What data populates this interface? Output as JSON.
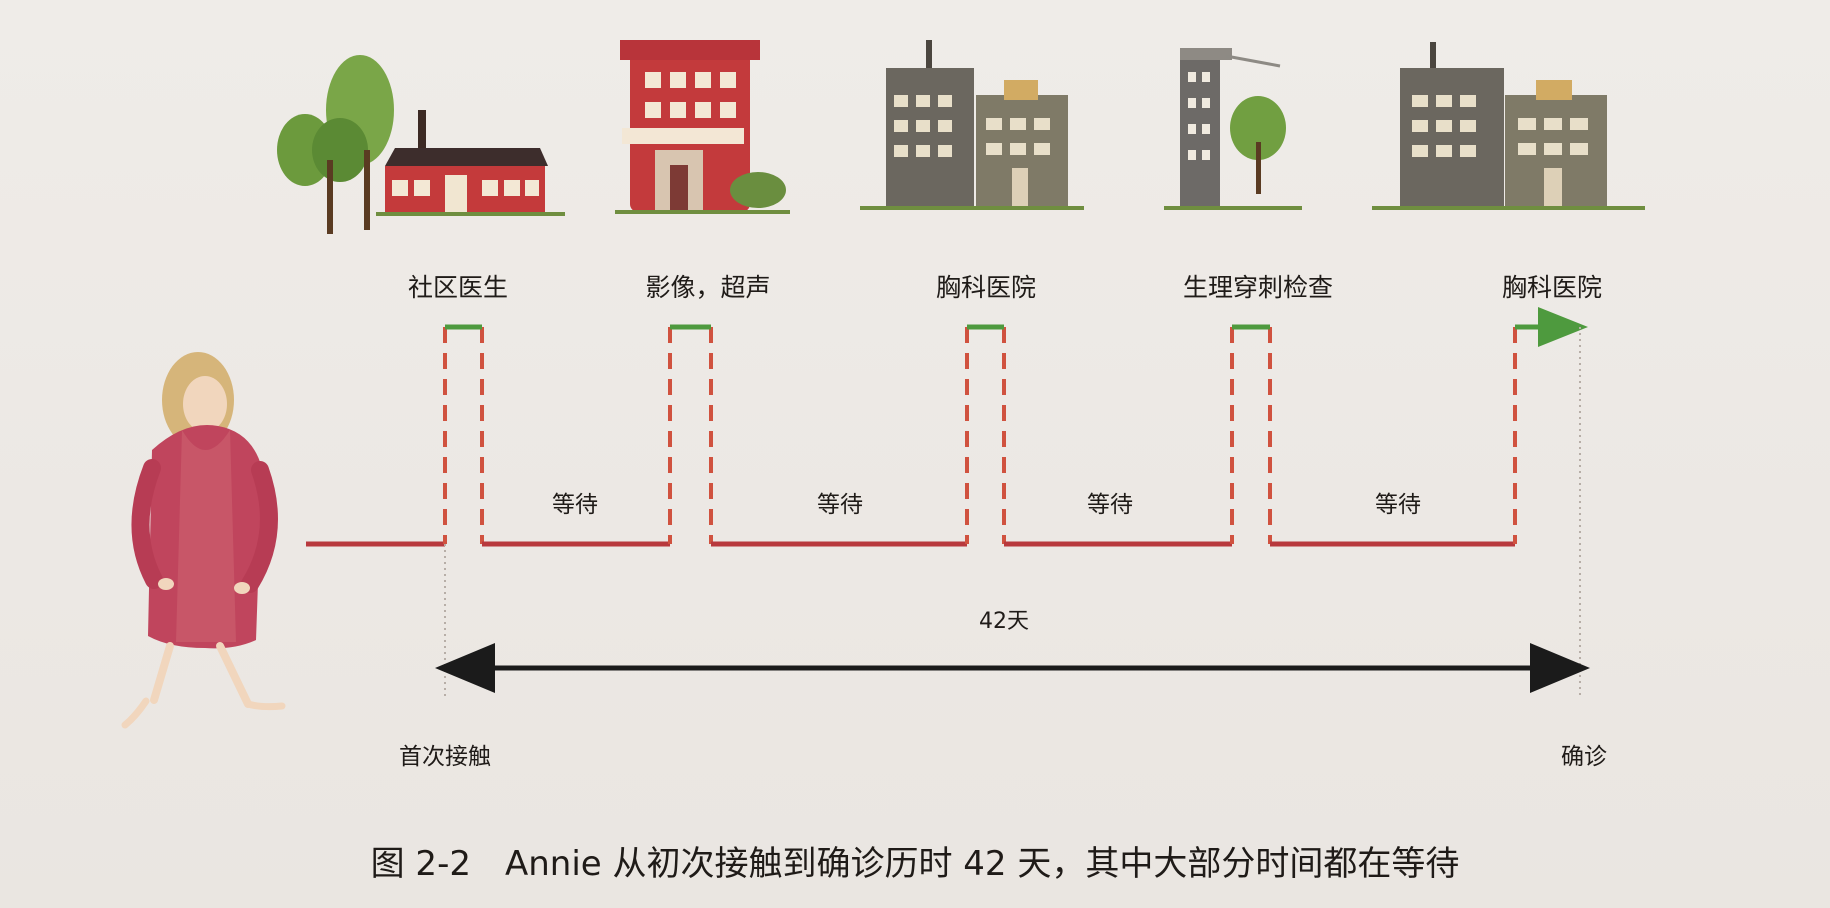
{
  "diagram": {
    "stages": [
      {
        "label": "社区医生",
        "building": "clinic-building"
      },
      {
        "label": "影像，超声",
        "building": "imaging-center-building"
      },
      {
        "label": "胸科医院",
        "building": "chest-hospital-building"
      },
      {
        "label": "生理穿刺检查",
        "building": "biopsy-tower-building"
      },
      {
        "label": "胸科医院",
        "building": "chest-hospital-building"
      }
    ],
    "waits": [
      "等待",
      "等待",
      "等待",
      "等待"
    ],
    "duration": "42天",
    "start_label": "首次接触",
    "end_label": "确诊",
    "caption": "图 2-2　Annie 从初次接触到确诊历时 42 天，其中大部分时间都在等待",
    "colors": {
      "timeline": "#b8393d",
      "visit_top": "#4e9a3e",
      "dash": "#d0523f",
      "arrow": "#1b1b1b",
      "text": "#1f1b18"
    }
  }
}
